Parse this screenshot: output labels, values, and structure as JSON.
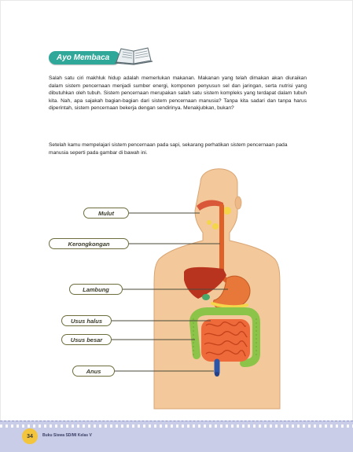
{
  "section": {
    "banner_label": "Ayo Membaca"
  },
  "paragraphs": {
    "intro": "Salah satu ciri makhluk hidup adalah memerlukan makanan. Makanan yang telah dimakan akan diuraikan dalam sistem pencernaan menjadi sumber energi, komponen penyusun sel dan jaringan, serta nutrisi yang dibutuhkan oleh tubuh. Sistem pencernaan merupakan salah satu sistem kompleks yang terdapat dalam tubuh kita. Nah, apa sajakah bagian-bagian dari sistem pencernaan manusia? Tanpa kita sadari dan tanpa harus diperintah, sistem pencernaan bekerja dengan sendirinya. Menakjubkan, bukan?",
    "instruction": "Setelah kamu mempelajari sistem pencernaan pada sapi, sekarang perhatikan sistem pencernaan pada manusia seperti pada gambar di bawah ini."
  },
  "diagram_labels": {
    "mulut": "Mulut",
    "kerongkongan": "Kerongkongan",
    "lambung": "Lambung",
    "usus_halus": "Usus halus",
    "usus_besar": "Usus besar",
    "anus": "Anus"
  },
  "footer": {
    "page_number": "34",
    "book_title": "Buku Siswa SD/MI Kelas V"
  },
  "colors": {
    "banner": "#2fa89a",
    "skin": "#f3c89a",
    "esophagus": "#e0602a",
    "stomach": "#e8783a",
    "liver": "#b8341e",
    "small_intestine": "#ee6a3a",
    "large_intestine": "#8cc44a",
    "footer_band": "#c9cde8",
    "page_badge": "#f2c53d"
  }
}
